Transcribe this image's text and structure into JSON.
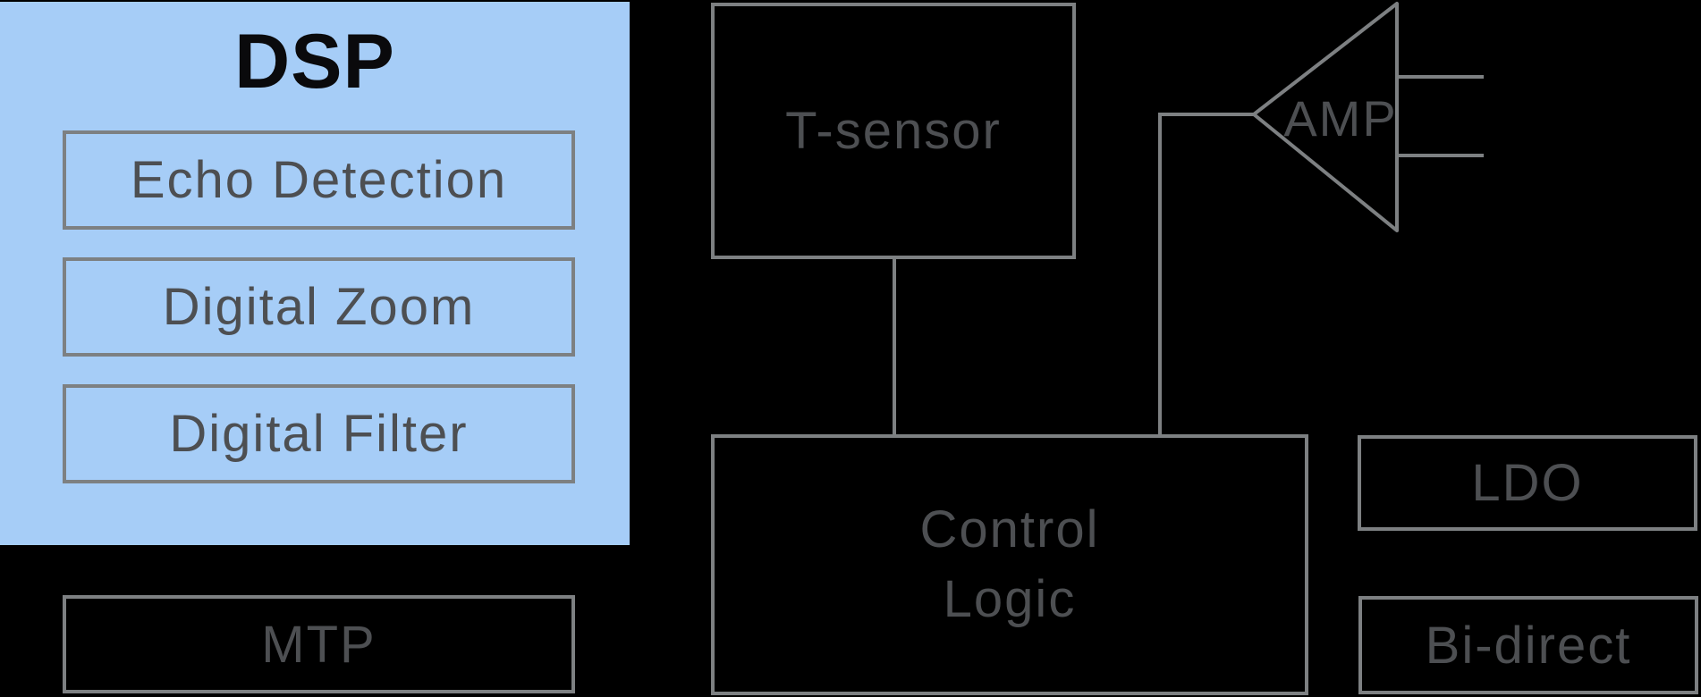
{
  "colors": {
    "background": "#000000",
    "dsp_fill": "#a6cdf7",
    "line_gray": "#7d8082",
    "label_gray": "#4d4f52",
    "title_black": "#0a0a0c"
  },
  "dsp": {
    "title": "DSP",
    "modules": [
      "Echo Detection",
      "Digital Zoom",
      "Digital Filter"
    ]
  },
  "blocks": {
    "mtp": "MTP",
    "t_sensor": "T-sensor",
    "amp": "AMP",
    "control_logic": {
      "line1": "Control",
      "line2": "Logic"
    },
    "ldo": "LDO",
    "bi_direct": "Bi-direct"
  }
}
